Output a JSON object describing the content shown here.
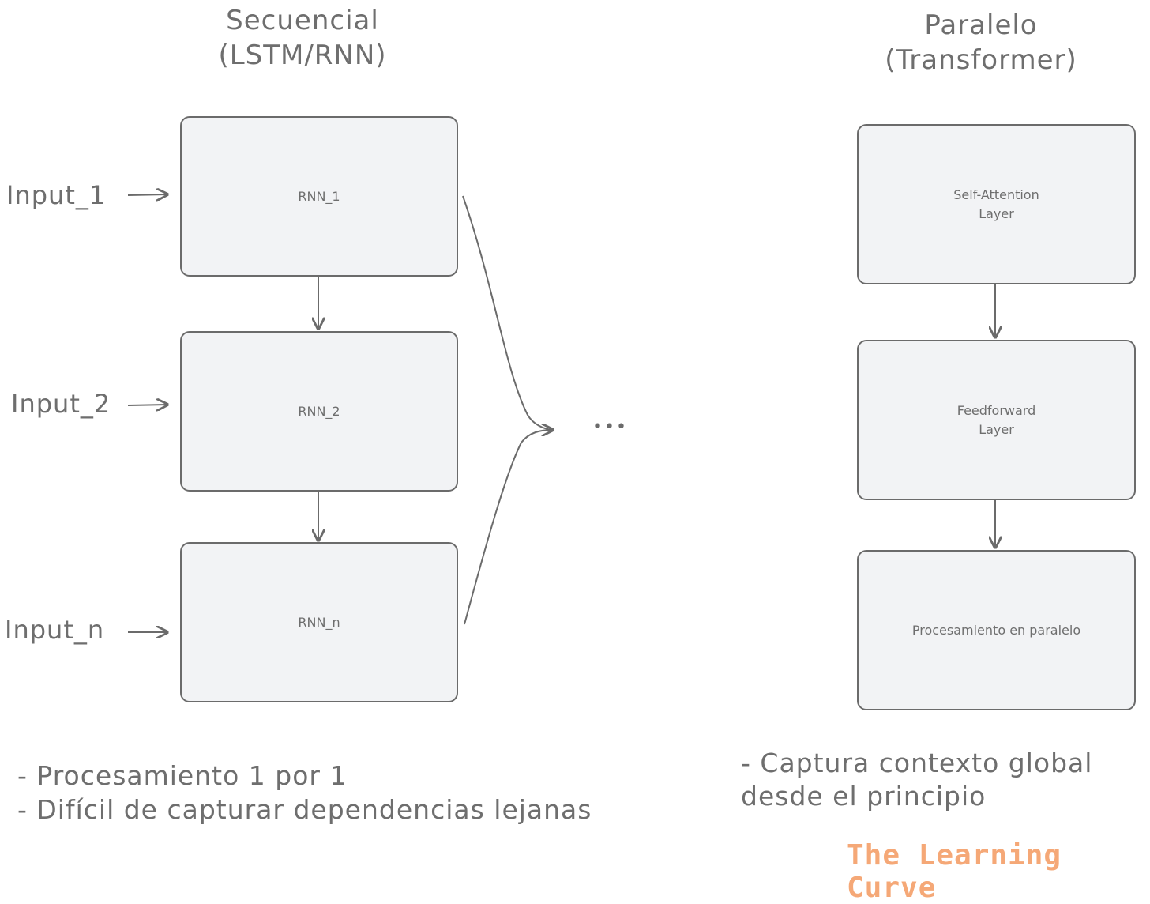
{
  "left": {
    "title": "Secuencial\n(LSTM/RNN)",
    "inputs": [
      "Input_1",
      "Input_2",
      "Input_n"
    ],
    "boxes": [
      "RNN_1",
      "RNN_2",
      "RNN_n"
    ],
    "ellipsis": "•••",
    "notes": [
      "- Procesamiento 1 por 1",
      "- Difícil de capturar dependencias lejanas"
    ]
  },
  "right": {
    "title": "Paralelo\n(Transformer)",
    "boxes": [
      "Self-Attention\nLayer",
      "Feedforward\nLayer",
      "Procesamiento en paralelo"
    ],
    "notes": [
      "- Captura contexto global",
      "desde el principio"
    ]
  },
  "brand": {
    "text": "The Learning Curve",
    "color": "#f5a877"
  },
  "colors": {
    "stroke": "#6b6b6b",
    "box_fill": "#f2f3f5",
    "text": "#6e6e6e"
  }
}
